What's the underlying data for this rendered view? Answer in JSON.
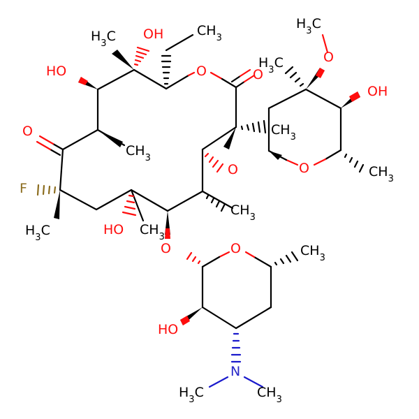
{
  "colors": {
    "carbon": "#000000",
    "oxygen": "#ff0d0d",
    "nitrogen": "#2828c8",
    "fluorine": "#8c6d1f",
    "background": "#ffffff"
  },
  "labels": {
    "me_top": "H3C",
    "oh_top": "OH",
    "ethyl_ch3": "CH3",
    "ho_left": "HO",
    "ketone_o": "O",
    "ring_o_ester": "O",
    "carbonyl_o": "O",
    "h3c_methoxy": "H3C",
    "methoxy_o": "O",
    "h3c_cladinose": "H3C",
    "oh_cladinose": "OH",
    "ch3_c2": "CH3",
    "ch3_c4": "CH3",
    "glyc_o_cladinose": "O",
    "ring_o_cladinose": "O",
    "ch3_cladinose_c5": "CH3",
    "fluorine": "F",
    "h3c_c8": "H3C",
    "ho_c6": "HO",
    "ch3_c6": "CH3",
    "ch3_c4b": "CH3",
    "glyc_o_desosamine": "O",
    "ring_o_desosamine": "O",
    "ch3_desosamine": "CH3",
    "ho_desosamine": "HO",
    "nitrogen": "N",
    "h3c_n_left": "H3C",
    "ch3_n_right": "CH3"
  }
}
